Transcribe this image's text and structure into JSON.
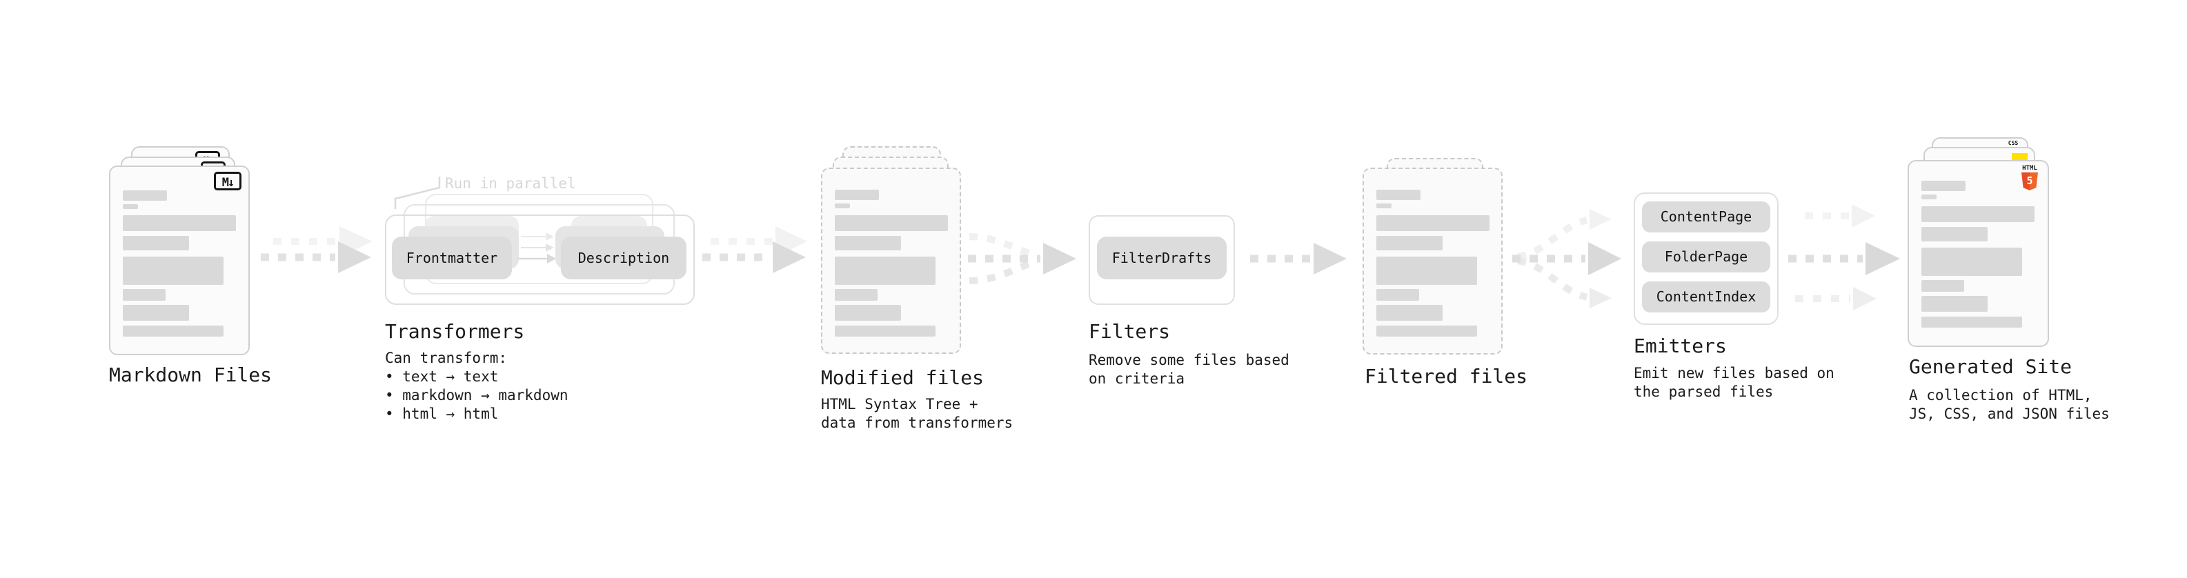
{
  "sections": [
    {
      "id": "markdown-files",
      "label": "Markdown Files",
      "badge": "M↓"
    },
    {
      "id": "transformers",
      "label": "Transformers",
      "annotation": "Run in parallel",
      "pills": [
        "Frontmatter",
        "Description"
      ],
      "desc": [
        "Can transform:",
        "• text → text",
        "• markdown → markdown",
        "• html → html"
      ]
    },
    {
      "id": "modified-files",
      "label": "Modified files",
      "desc": [
        "HTML Syntax Tree +",
        "data from transformers"
      ]
    },
    {
      "id": "filters",
      "label": "Filters",
      "pills": [
        "FilterDrafts"
      ],
      "desc": [
        "Remove some files based",
        "on criteria"
      ]
    },
    {
      "id": "filtered-files",
      "label": "Filtered files"
    },
    {
      "id": "emitters",
      "label": "Emitters",
      "pills": [
        "ContentPage",
        "FolderPage",
        "ContentIndex"
      ],
      "desc": [
        "Emit new files based on",
        "the parsed files"
      ]
    },
    {
      "id": "generated-site",
      "label": "Generated Site",
      "badges": {
        "css": "CSS",
        "html": "HTML",
        "html_number": "5"
      },
      "desc": [
        "A collection of HTML,",
        "JS, CSS, and JSON files"
      ]
    }
  ],
  "colors": {
    "background": "#ffffff",
    "text": "#1b1b1b",
    "muted_annotation": "#d6d6d6",
    "card_bg": "#fbfbfb",
    "card_border": "#cfcfcf",
    "dashed_border": "#c9c9c9",
    "content_bar": "#d9d9d9",
    "pill_bg": "#dcdcdc",
    "arrow_dark": "#dbdbdb",
    "arrow_light": "#f3f3f3",
    "html5_orange": "#e44d26",
    "html5_orange_light": "#f16529",
    "js_yellow": "#ffe001",
    "css_blue": "#2a62f0",
    "markdown_badge": "#161616"
  }
}
